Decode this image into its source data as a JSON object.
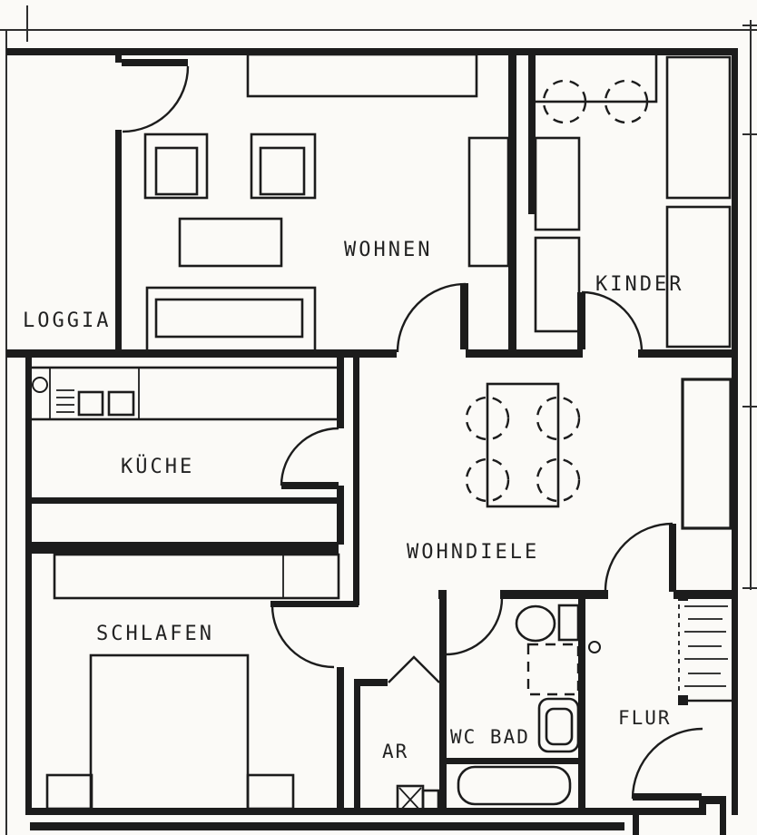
{
  "meta": {
    "kind": "scanned apartment floor plan"
  },
  "colors": {
    "ink": "#1c1c1c",
    "paper": "#fbfaf7"
  },
  "rooms": {
    "loggia": "LOGGIA",
    "wohnen": "WOHNEN",
    "kinder": "KINDER",
    "kueche": "KÜCHE",
    "wohndiele": "WOHNDIELE",
    "schlafen": "SCHLAFEN",
    "abstellraum": "AR",
    "wc_bad": "WC BAD",
    "flur": "FLUR"
  }
}
